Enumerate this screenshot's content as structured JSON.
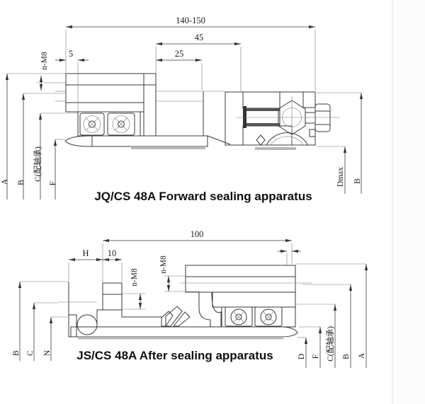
{
  "page": {
    "background": "#ffffff",
    "line_color": "#3a3a3a"
  },
  "forward": {
    "title": "JQ/CS 48A Forward sealing apparatus",
    "dims": {
      "overall": "140-150",
      "d45": "45",
      "d25": "25",
      "d5": "5",
      "bolt": "n-M8",
      "A": "A",
      "B_left": "B",
      "C_left": "C(配轴承)",
      "F": "F",
      "Dmax": "Dmax",
      "B_right": "B"
    }
  },
  "after": {
    "title": "JS/CS 48A After sealing apparatus",
    "dims": {
      "overall": "100",
      "H": "H",
      "d10": "10",
      "bolt1": "n-M8",
      "bolt2": "n-M8",
      "B_left": "B",
      "C_left": "C",
      "N": "N",
      "D": "D",
      "F": "F",
      "C_right": "C(配轴承)",
      "B_right": "B",
      "A": "A"
    }
  }
}
